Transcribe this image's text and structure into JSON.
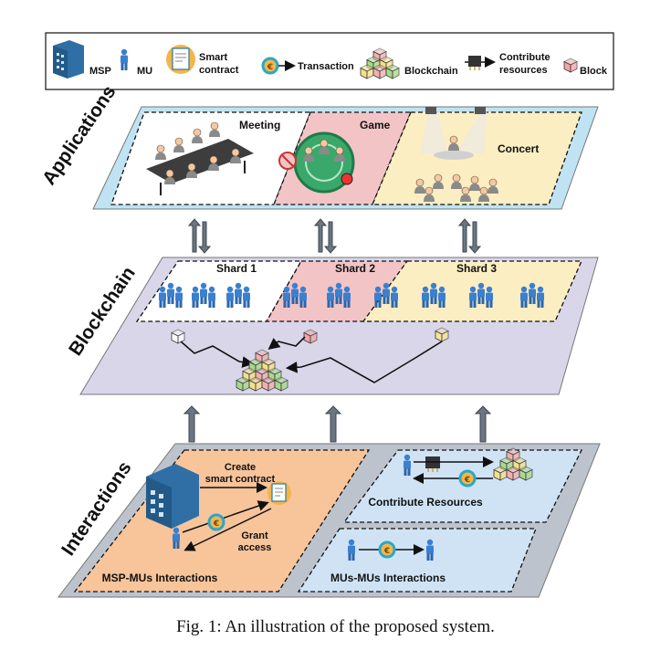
{
  "legend": {
    "msp": "MSP",
    "mu": "MU",
    "smart_contract_line1": "Smart",
    "smart_contract_line2": "contract",
    "transaction": "Transaction",
    "blockchain": "Blockchain",
    "contribute_line1": "Contribute",
    "contribute_line2": "resources",
    "block": "Block"
  },
  "layers": {
    "applications": "Applications",
    "blockchain": "Blockchain",
    "interactions": "Interactions"
  },
  "applications": {
    "meeting": "Meeting",
    "game": "Game",
    "concert": "Concert"
  },
  "shards": {
    "shard1": "Shard 1",
    "shard2": "Shard 2",
    "shard3": "Shard 3"
  },
  "interactions": {
    "create_line1": "Create",
    "create_line2": "smart contract",
    "grant_line1": "Grant",
    "grant_line2": "access",
    "msp_mus": "MSP-MUs Interactions",
    "contribute": "Contribute Resources",
    "mus_mus": "MUs-MUs Interactions"
  },
  "caption": "Fig. 1: An illustration of the proposed system.",
  "colors": {
    "app_blue": "#bfe3f2",
    "meeting_white": "#ffffff",
    "game_pink": "#f3c4c6",
    "concert_yellow": "#fbeec2",
    "chain_purple": "#d9d6ea",
    "interact_gray": "#bcc3cc",
    "interact_orange": "#f8c49a",
    "interact_lightblue": "#cfe3f5",
    "mu_blue": "#3b7fcf",
    "arrow_gray": "#5b6470"
  }
}
